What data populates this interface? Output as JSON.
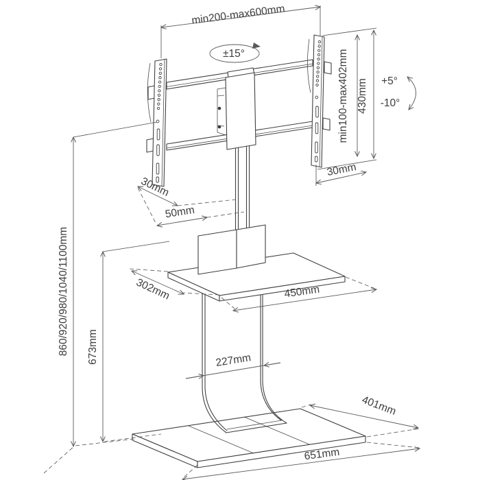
{
  "diagram": {
    "title": "TV floor stand dimension drawing",
    "labels": {
      "bracket_width": "min200-max600mm",
      "swivel_angle": "±15°",
      "vesa_height": "min100-max402mm",
      "bracket_height": "430mm",
      "tilt_up": "+5°",
      "tilt_down": "-10°",
      "rail_depth_right": "30mm",
      "rail_depth_left": "30mm",
      "pole_offset": "50mm",
      "stand_heights": "860/920/980/1040/1100mm",
      "shelf_height": "673mm",
      "shelf_depth": "302mm",
      "shelf_width": "450mm",
      "column_width": "227mm",
      "base_depth": "401mm",
      "base_width": "651mm"
    }
  }
}
